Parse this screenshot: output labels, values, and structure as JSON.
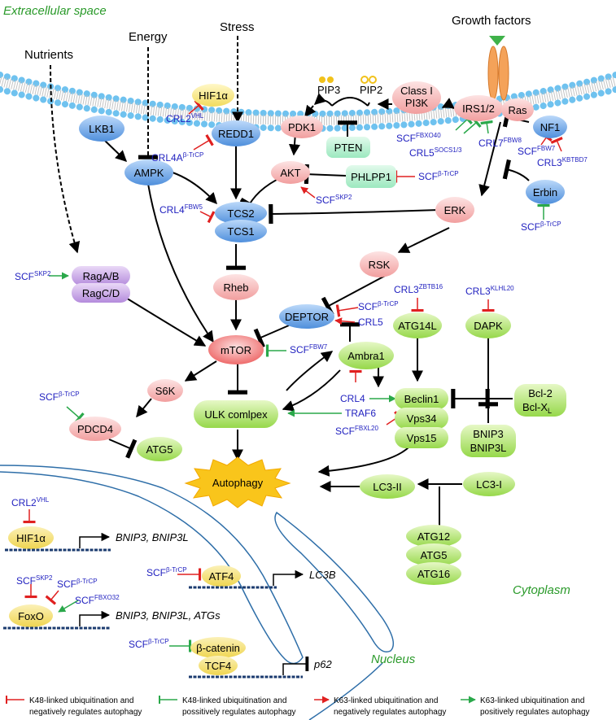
{
  "regions": {
    "extracellular": "Extracellular space",
    "cytoplasm": "Cytoplasm",
    "nucleus": "Nucleus"
  },
  "signals": {
    "nutrients": "Nutrients",
    "energy": "Energy",
    "stress": "Stress",
    "growth_factors": "Growth factors"
  },
  "nodes": {
    "hif1a_top": "HIF1α",
    "lkb1": "LKB1",
    "ampk": "AMPK",
    "redd1": "REDD1",
    "pdk1": "PDK1",
    "akt": "AKT",
    "pten": "PTEN",
    "phlpp1": "PHLPP1",
    "pip3": "PIP3",
    "pip2": "PIP2",
    "class1_line1": "Class I",
    "class1_line2": "PI3K",
    "irs": "IRS1/2",
    "ras": "Ras",
    "nf1": "NF1",
    "erbin": "Erbin",
    "erk": "ERK",
    "tcs2": "TCS2",
    "tcs1": "TCS1",
    "raga": "RagA/B",
    "ragc": "RagC/D",
    "rheb": "Rheb",
    "rsk": "RSK",
    "deptor": "DEPTOR",
    "mtor": "mTOR",
    "atg14l": "ATG14L",
    "dapk": "DAPK",
    "ambra1": "Ambra1",
    "s6k": "S6K",
    "pdcd4": "PDCD4",
    "atg5_a": "ATG5",
    "ulk": "ULK comlpex",
    "beclin1": "Beclin1",
    "vps34": "Vps34",
    "vps15": "Vps15",
    "bcl2": "Bcl-2",
    "bclxl": "Bcl-X",
    "bclxl_sub": "L",
    "bnip3": "BNIP3",
    "bnip3l": "BNIP3L",
    "autophagy": "Autophagy",
    "lc3ii": "LC3-II",
    "lc3i": "LC3-I",
    "atg12": "ATG12",
    "atg5_b": "ATG5",
    "atg16": "ATG16",
    "hif1a_nuc": "HIF1α",
    "atf4": "ATF4",
    "foxo": "FoxO",
    "bcatenin": "β-catenin",
    "tcf4": "TCF4"
  },
  "ligases": {
    "crl2_vhl_top": {
      "base": "CRL2",
      "sup": "VHL"
    },
    "crl4a": {
      "base": "CRL4A",
      "sup": "β-TrCP"
    },
    "crl4_fbw5": {
      "base": "CRL4",
      "sup": "FBW5"
    },
    "scf_skp2_rag": {
      "base": "SCF",
      "sup": "SKP2"
    },
    "scf_fbxo40": {
      "base": "SCF",
      "sup": "FBXO40"
    },
    "crl5_socs": {
      "base": "CRL5",
      "sup": "SOCS1/3"
    },
    "crl7_fbw8": {
      "base": "CRL7",
      "sup": "FBW8"
    },
    "scf_fbw7_nf1": {
      "base": "SCF",
      "sup": "FBW7"
    },
    "crl3_kbtbd7": {
      "base": "CRL3",
      "sup": "KBTBD7"
    },
    "scf_btrcp_phlpp": {
      "base": "SCF",
      "sup": "β-TrCP"
    },
    "scf_skp2_akt": {
      "base": "SCF",
      "sup": "SKP2"
    },
    "scf_btrcp_erbin": {
      "base": "SCF",
      "sup": "β-TrCP"
    },
    "crl3_zbtb16": {
      "base": "CRL3",
      "sup": "ZBTB16"
    },
    "crl3_klhl20": {
      "base": "CRL3",
      "sup": "KLHL20"
    },
    "scf_btrcp_deptor": {
      "base": "SCF",
      "sup": "β-TrCP"
    },
    "crl5": {
      "base": "CRL5",
      "sup": ""
    },
    "scf_fbw7_mtor": {
      "base": "SCF",
      "sup": "FBW7"
    },
    "crl4": {
      "base": "CRL4",
      "sup": ""
    },
    "traf6": {
      "base": "TRAF6",
      "sup": ""
    },
    "scf_fbxl20": {
      "base": "SCF",
      "sup": "FBXL20"
    },
    "scf_btrcp_pdcd4": {
      "base": "SCF",
      "sup": "β-TrCP"
    },
    "crl2_vhl_nuc": {
      "base": "CRL2",
      "sup": "VHL"
    },
    "scf_btrcp_atf4": {
      "base": "SCF",
      "sup": "β-TrCP"
    },
    "scf_skp2_foxo": {
      "base": "SCF",
      "sup": "SKP2"
    },
    "scf_btrcp_foxo": {
      "base": "SCF",
      "sup": "β-TrCP"
    },
    "scf_fbxo32": {
      "base": "SCF",
      "sup": "FBXO32"
    },
    "scf_btrcp_bcat": {
      "base": "SCF",
      "sup": "β-TrCP"
    }
  },
  "genes": {
    "hif_targets": "BNIP3, BNIP3L",
    "atf4_target": "LC3B",
    "foxo_targets": "BNIP3, BNIP3L, ATGs",
    "tcf4_target": "p62"
  },
  "legend": [
    {
      "line1": "K48-linked ubiquitination and",
      "line2": "negatively regulates autophagy",
      "color": "#e02020",
      "type": "bar"
    },
    {
      "line1": "K48-linked ubiquitination and",
      "line2": "possitively regulates autophagy",
      "color": "#2aa84a",
      "type": "bar"
    },
    {
      "line1": "K63-linked ubiquitination and",
      "line2": "negatively regulates autophagy",
      "color": "#e02020",
      "type": "arrow"
    },
    {
      "line1": "K63-linked ubiquitination and",
      "line2": "positively regulates autophagy",
      "color": "#2aa84a",
      "type": "arrow"
    }
  ],
  "colors": {
    "blue_node": "#6fa8e8",
    "pink_node": "#f7b9b9",
    "green_node": "#b6e37a",
    "purple_node": "#c9a6e6",
    "yellow_node": "#f5e27a",
    "mint_node": "#b9f0d2",
    "membrane": "#7fc8ee",
    "ligase_text": "#1f1fbf",
    "region_text": "#2a9a2a",
    "red": "#e02020",
    "green": "#2aa84a"
  }
}
